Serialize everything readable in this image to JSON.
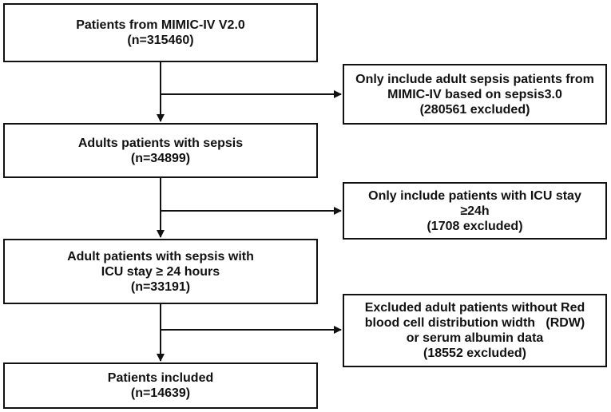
{
  "flowchart": {
    "main_boxes": [
      {
        "lines": [
          "Patients from MIMIC-IV V2.0",
          "(n=315460)"
        ]
      },
      {
        "lines": [
          "Adults patients with sepsis",
          "(n=34899)"
        ]
      },
      {
        "lines": [
          "Adult patients with sepsis with",
          "ICU stay ≥ 24 hours",
          "(n=33191)"
        ]
      },
      {
        "lines": [
          "Patients included",
          "(n=14639)"
        ]
      }
    ],
    "exclusion_boxes": [
      {
        "lines": [
          "Only include adult sepsis patients from",
          "MIMIC-IV based on sepsis3.0",
          "(280561 excluded)"
        ]
      },
      {
        "lines": [
          "Only include patients with ICU stay",
          "≥24h",
          "(1708 excluded)"
        ]
      },
      {
        "lines": [
          "Excluded adult patients without Red",
          "blood cell distribution width   (RDW)",
          "or serum albumin data",
          "(18552 excluded)"
        ]
      }
    ]
  },
  "colors": {
    "stroke": "#111111",
    "background": "#ffffff",
    "text": "#111111"
  }
}
